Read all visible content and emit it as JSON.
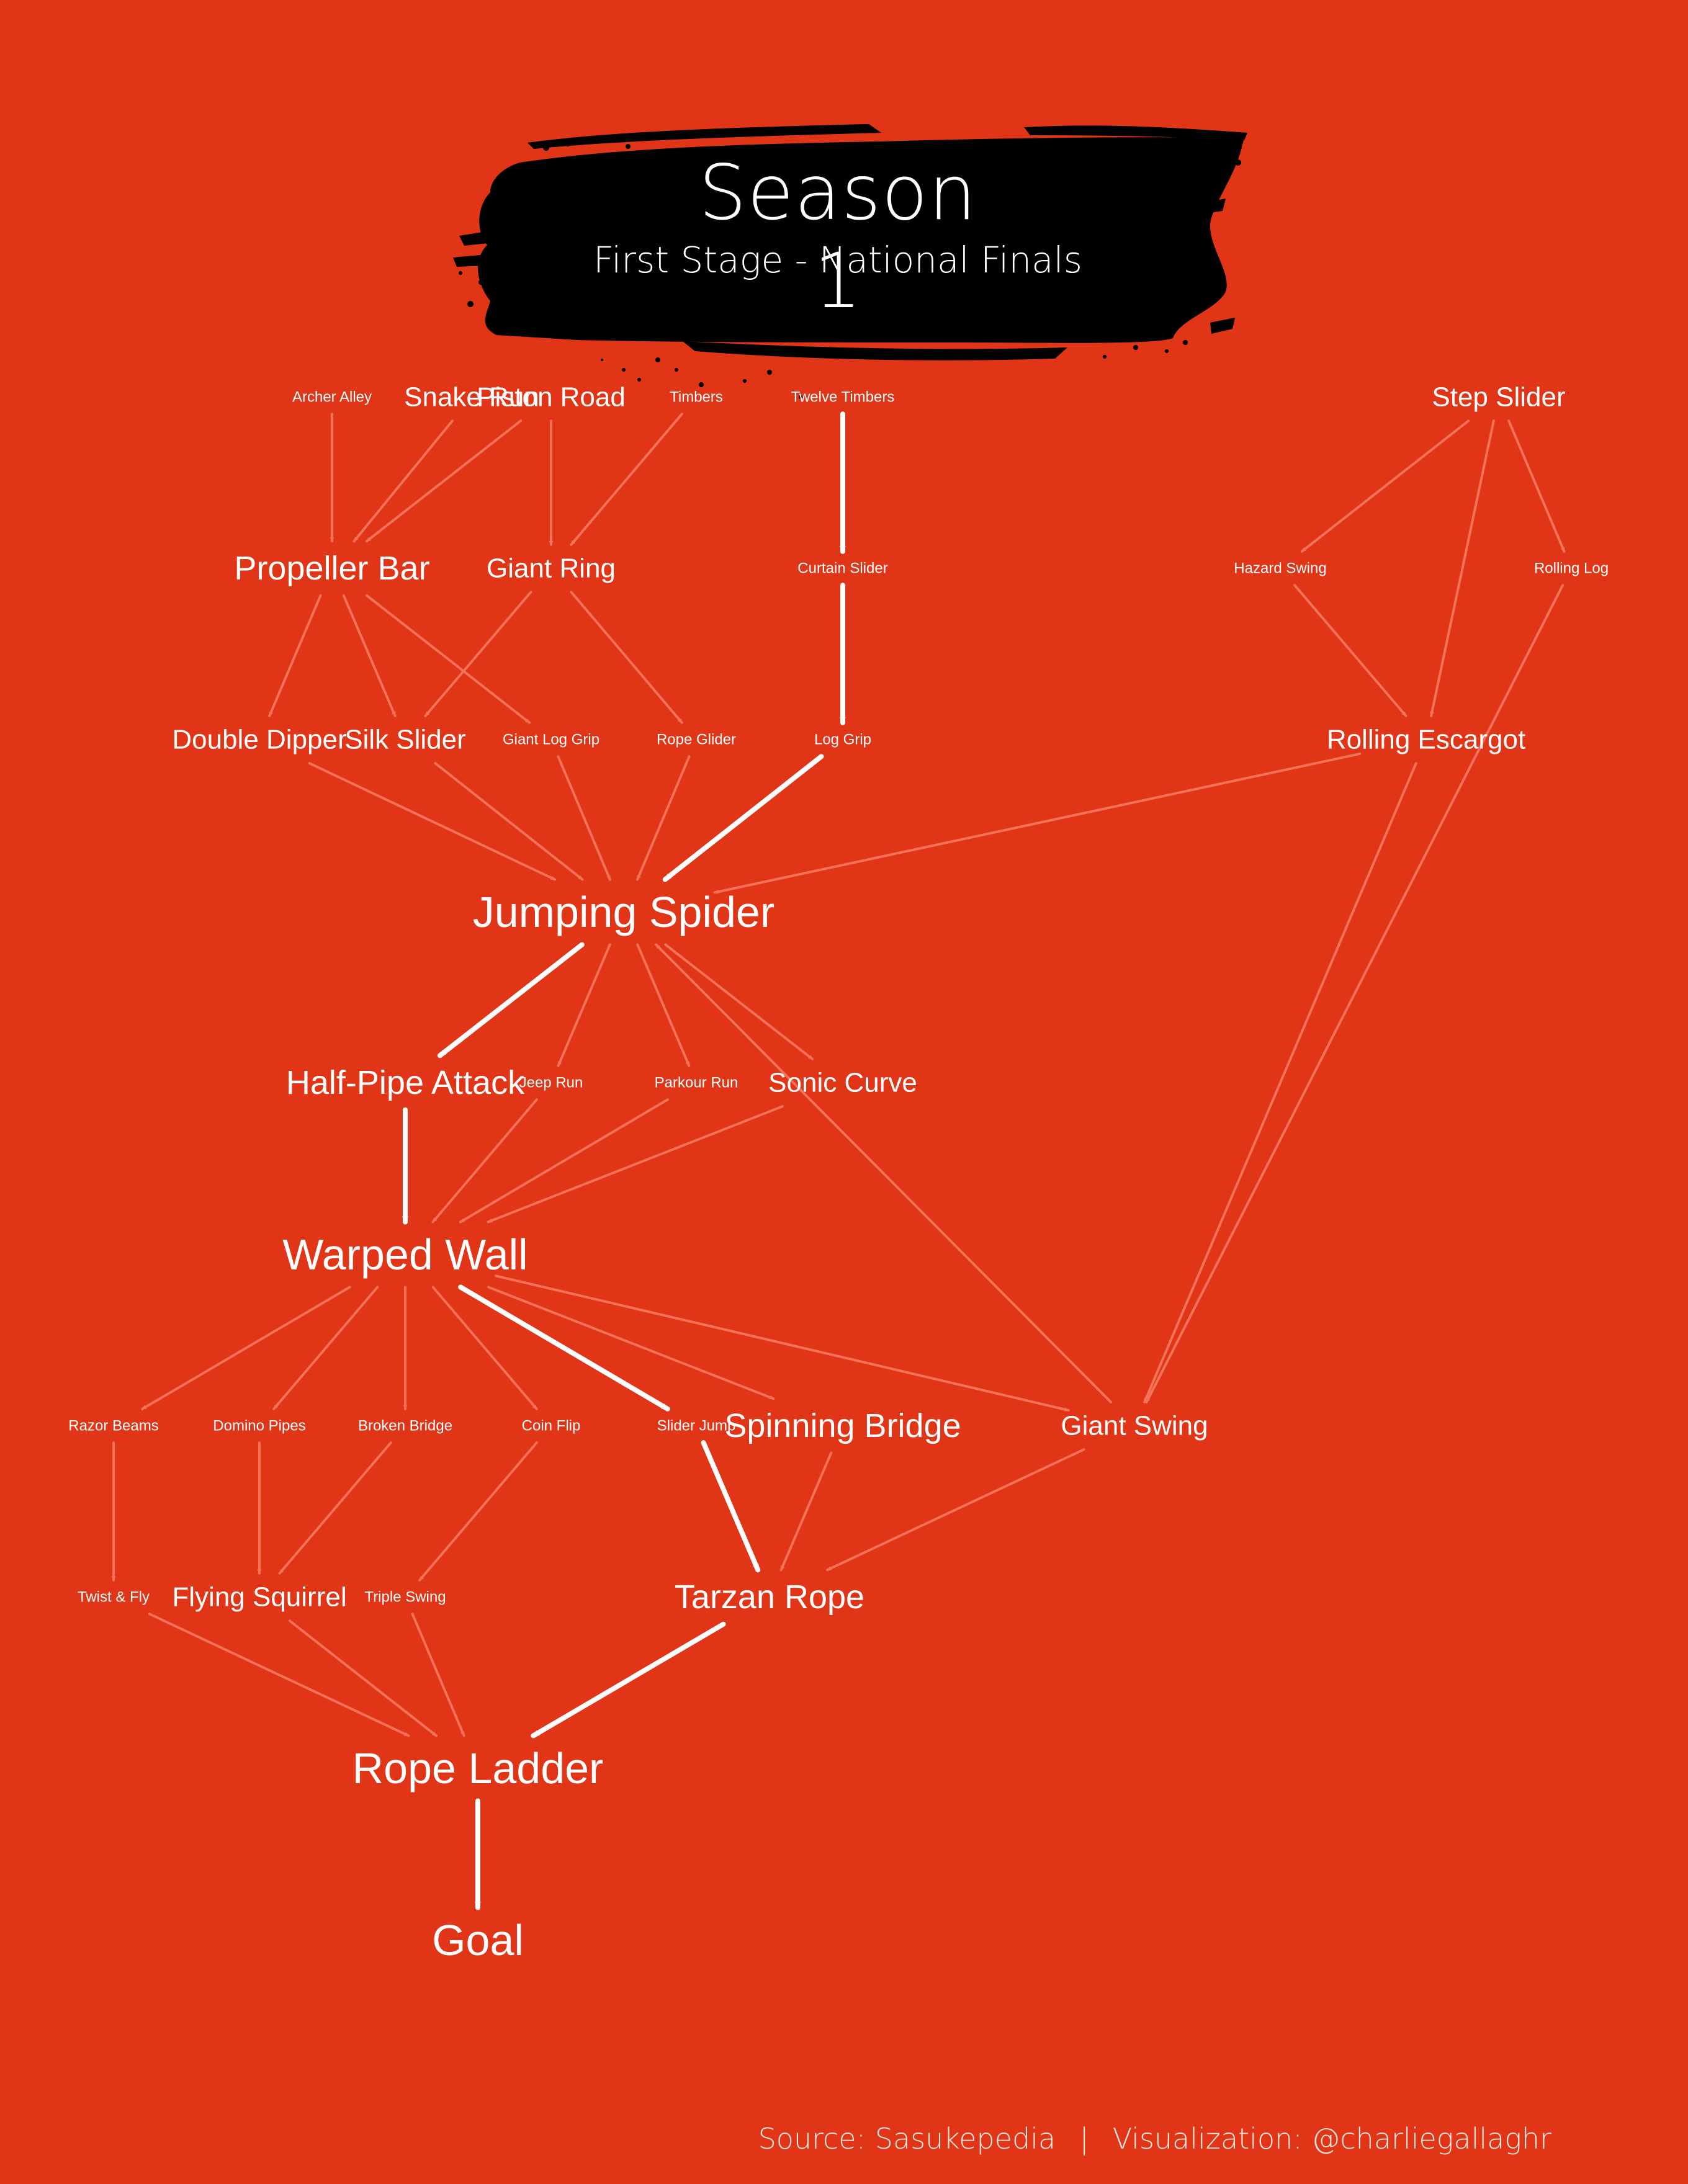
{
  "title": "Season 1",
  "subtitle": "First Stage - National Finals",
  "footer": {
    "source": "Source: Sasukepedia",
    "separator": "|",
    "credit": "Visualization: @charliegallaghr"
  },
  "colors": {
    "background": "#e03516",
    "edge": "#f5725a",
    "main_path": "#ffffff",
    "text": "#ffffff",
    "brush": "#000000"
  },
  "nodes": [
    {
      "id": "archer_alley",
      "label": "Archer Alley",
      "size": "s"
    },
    {
      "id": "snake_run",
      "label": "Snake Run",
      "size": "m"
    },
    {
      "id": "piston_road",
      "label": "Piston Road",
      "size": "m"
    },
    {
      "id": "timbers",
      "label": "Timbers",
      "size": "s"
    },
    {
      "id": "twelve_timbers",
      "label": "Twelve Timbers",
      "size": "s"
    },
    {
      "id": "step_slider",
      "label": "Step Slider",
      "size": "m"
    },
    {
      "id": "propeller_bar",
      "label": "Propeller Bar",
      "size": "l"
    },
    {
      "id": "giant_ring",
      "label": "Giant Ring",
      "size": "m"
    },
    {
      "id": "curtain_slider",
      "label": "Curtain Slider",
      "size": "s"
    },
    {
      "id": "hazard_swing",
      "label": "Hazard Swing",
      "size": "s"
    },
    {
      "id": "rolling_log",
      "label": "Rolling Log",
      "size": "s"
    },
    {
      "id": "double_dipper",
      "label": "Double Dipper",
      "size": "m"
    },
    {
      "id": "silk_slider",
      "label": "Silk Slider",
      "size": "m"
    },
    {
      "id": "giant_log_grip",
      "label": "Giant Log Grip",
      "size": "s"
    },
    {
      "id": "rope_glider",
      "label": "Rope Glider",
      "size": "s"
    },
    {
      "id": "log_grip",
      "label": "Log Grip",
      "size": "s"
    },
    {
      "id": "rolling_escargot",
      "label": "Rolling Escargot",
      "size": "m"
    },
    {
      "id": "jumping_spider",
      "label": "Jumping Spider",
      "size": "xl"
    },
    {
      "id": "half_pipe_attack",
      "label": "Half-Pipe Attack",
      "size": "l"
    },
    {
      "id": "jeep_run",
      "label": "Jeep Run",
      "size": "s"
    },
    {
      "id": "parkour_run",
      "label": "Parkour Run",
      "size": "s"
    },
    {
      "id": "sonic_curve",
      "label": "Sonic Curve",
      "size": "m"
    },
    {
      "id": "warped_wall",
      "label": "Warped Wall",
      "size": "xl"
    },
    {
      "id": "razor_beams",
      "label": "Razor Beams",
      "size": "s"
    },
    {
      "id": "domino_pipes",
      "label": "Domino Pipes",
      "size": "s"
    },
    {
      "id": "broken_bridge",
      "label": "Broken Bridge",
      "size": "s"
    },
    {
      "id": "coin_flip",
      "label": "Coin Flip",
      "size": "s"
    },
    {
      "id": "slider_jump",
      "label": "Slider Jump",
      "size": "s"
    },
    {
      "id": "spinning_bridge",
      "label": "Spinning Bridge",
      "size": "l"
    },
    {
      "id": "giant_swing",
      "label": "Giant Swing",
      "size": "m"
    },
    {
      "id": "twist_fly",
      "label": "Twist & Fly",
      "size": "s"
    },
    {
      "id": "flying_squirrel",
      "label": "Flying Squirrel",
      "size": "m"
    },
    {
      "id": "triple_swing",
      "label": "Triple Swing",
      "size": "s"
    },
    {
      "id": "tarzan_rope",
      "label": "Tarzan Rope",
      "size": "l"
    },
    {
      "id": "rope_ladder",
      "label": "Rope Ladder",
      "size": "xl"
    },
    {
      "id": "goal",
      "label": "Goal",
      "size": "xl"
    }
  ],
  "edges": [
    {
      "from": "archer_alley",
      "to": "propeller_bar"
    },
    {
      "from": "snake_run",
      "to": "propeller_bar"
    },
    {
      "from": "piston_road",
      "to": "propeller_bar"
    },
    {
      "from": "piston_road",
      "to": "giant_ring"
    },
    {
      "from": "timbers",
      "to": "giant_ring"
    },
    {
      "from": "twelve_timbers",
      "to": "curtain_slider",
      "main": true
    },
    {
      "from": "curtain_slider",
      "to": "log_grip",
      "main": true
    },
    {
      "from": "log_grip",
      "to": "jumping_spider",
      "main": true
    },
    {
      "from": "step_slider",
      "to": "hazard_swing"
    },
    {
      "from": "step_slider",
      "to": "rolling_log"
    },
    {
      "from": "step_slider",
      "to": "rolling_escargot"
    },
    {
      "from": "hazard_swing",
      "to": "rolling_escargot"
    },
    {
      "from": "rolling_log",
      "to": "giant_swing"
    },
    {
      "from": "propeller_bar",
      "to": "double_dipper"
    },
    {
      "from": "propeller_bar",
      "to": "silk_slider"
    },
    {
      "from": "propeller_bar",
      "to": "giant_log_grip"
    },
    {
      "from": "giant_ring",
      "to": "silk_slider"
    },
    {
      "from": "giant_ring",
      "to": "rope_glider"
    },
    {
      "from": "double_dipper",
      "to": "jumping_spider"
    },
    {
      "from": "silk_slider",
      "to": "jumping_spider"
    },
    {
      "from": "giant_log_grip",
      "to": "jumping_spider"
    },
    {
      "from": "rope_glider",
      "to": "jumping_spider"
    },
    {
      "from": "rolling_escargot",
      "to": "jumping_spider"
    },
    {
      "from": "rolling_escargot",
      "to": "giant_swing"
    },
    {
      "from": "giant_swing",
      "to": "jumping_spider"
    },
    {
      "from": "jumping_spider",
      "to": "half_pipe_attack",
      "main": true
    },
    {
      "from": "jumping_spider",
      "to": "jeep_run"
    },
    {
      "from": "jumping_spider",
      "to": "parkour_run"
    },
    {
      "from": "jumping_spider",
      "to": "sonic_curve"
    },
    {
      "from": "half_pipe_attack",
      "to": "warped_wall",
      "main": true
    },
    {
      "from": "jeep_run",
      "to": "warped_wall"
    },
    {
      "from": "parkour_run",
      "to": "warped_wall"
    },
    {
      "from": "sonic_curve",
      "to": "warped_wall"
    },
    {
      "from": "warped_wall",
      "to": "razor_beams"
    },
    {
      "from": "warped_wall",
      "to": "domino_pipes"
    },
    {
      "from": "warped_wall",
      "to": "broken_bridge"
    },
    {
      "from": "warped_wall",
      "to": "coin_flip"
    },
    {
      "from": "warped_wall",
      "to": "slider_jump",
      "main": true
    },
    {
      "from": "warped_wall",
      "to": "spinning_bridge"
    },
    {
      "from": "warped_wall",
      "to": "giant_swing"
    },
    {
      "from": "razor_beams",
      "to": "twist_fly"
    },
    {
      "from": "domino_pipes",
      "to": "flying_squirrel"
    },
    {
      "from": "broken_bridge",
      "to": "flying_squirrel"
    },
    {
      "from": "coin_flip",
      "to": "triple_swing"
    },
    {
      "from": "slider_jump",
      "to": "tarzan_rope",
      "main": true
    },
    {
      "from": "spinning_bridge",
      "to": "tarzan_rope"
    },
    {
      "from": "giant_swing",
      "to": "tarzan_rope"
    },
    {
      "from": "twist_fly",
      "to": "rope_ladder"
    },
    {
      "from": "flying_squirrel",
      "to": "rope_ladder"
    },
    {
      "from": "triple_swing",
      "to": "rope_ladder"
    },
    {
      "from": "tarzan_rope",
      "to": "rope_ladder",
      "main": true
    },
    {
      "from": "rope_ladder",
      "to": "goal",
      "main": true
    }
  ]
}
